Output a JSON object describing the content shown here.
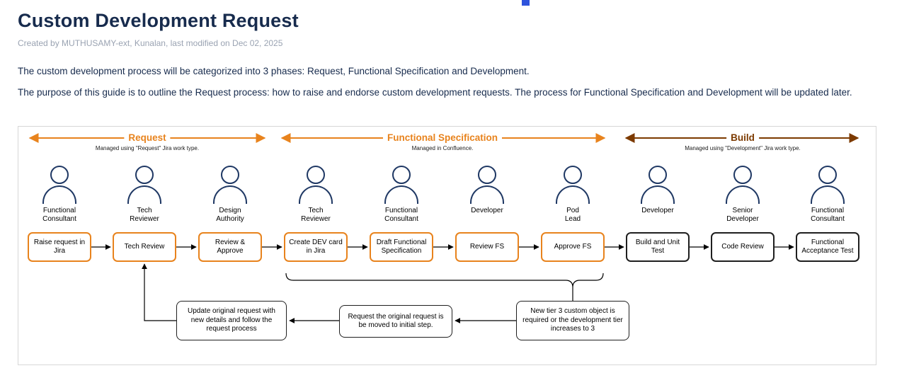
{
  "page": {
    "title": "Custom Development Request",
    "byline": "Created by MUTHUSAMY-ext, Kunalan, last modified on Dec 02, 2025",
    "paragraph_1": "The custom development process will be categorized into 3 phases: Request, Functional Specification and Development.",
    "paragraph_2": "The purpose of this guide is to outline the Request process: how to raise and endorse custom development requests. The process for Functional Specification and Development will be updated later."
  },
  "diagram": {
    "phases": [
      {
        "label": "Request",
        "sublabel": "Managed using \"Request\" Jira work type.",
        "color": "#E8831D"
      },
      {
        "label": "Functional Specification",
        "sublabel": "Managed in Confluence.",
        "color": "#E8831D"
      },
      {
        "label": "Build",
        "sublabel": "Managed using \"Development\" Jira work type.",
        "color": "#7C3A00"
      }
    ],
    "columns": [
      {
        "role": "Functional\nConsultant",
        "step": "Raise request in Jira"
      },
      {
        "role": "Tech\nReviewer",
        "step": "Tech Review"
      },
      {
        "role": "Design\nAuthority",
        "step": "Review & Approve"
      },
      {
        "role": "Tech\nReviewer",
        "step": "Create DEV card in Jira"
      },
      {
        "role": "Functional\nConsultant",
        "step": "Draft Functional Specification"
      },
      {
        "role": "Developer",
        "step": "Review FS"
      },
      {
        "role": "Pod\nLead",
        "step": "Approve FS"
      },
      {
        "role": "Developer",
        "step": "Build and Unit Test"
      },
      {
        "role": "Senior\nDeveloper",
        "step": "Code Review"
      },
      {
        "role": "Functional\nConsultant",
        "step": "Functional Acceptance Test"
      }
    ],
    "feedback_boxes": [
      {
        "text": "New tier 3 custom object is required or the development tier increases to 3"
      },
      {
        "text": "Request the original request is be moved to initial step."
      },
      {
        "text": "Update original request with new details and follow the request process"
      }
    ],
    "colors": {
      "request_accent": "#E8831D",
      "build_accent": "#7C3A00",
      "build_box_border": "#1F1F1F",
      "person_icon": "#1F3864",
      "connector": "#000000",
      "title_text": "#172B4D",
      "byline_text": "#9AA3B2"
    }
  }
}
